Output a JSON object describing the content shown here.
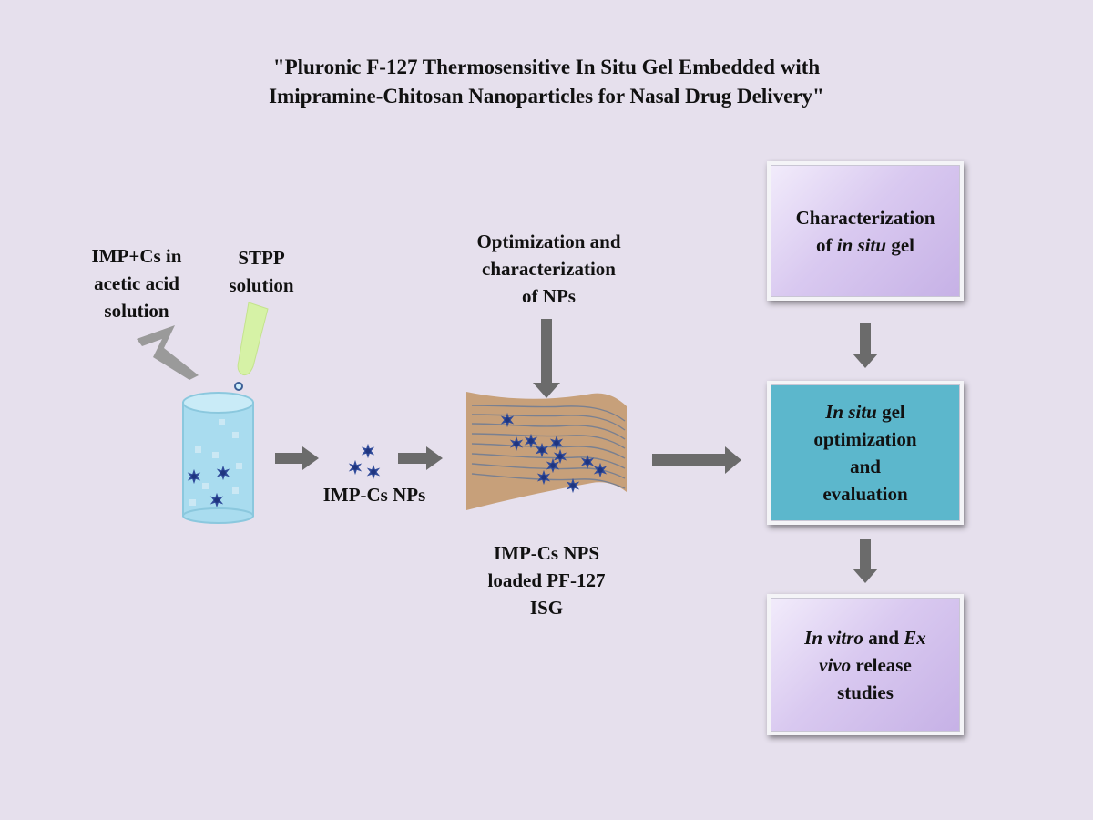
{
  "title": {
    "line1": "\"Pluronic F-127 Thermosensitive In Situ Gel Embedded with",
    "line2": "Imipramine-Chitosan Nanoparticles for Nasal Drug Delivery\""
  },
  "labels": {
    "imp_cs": [
      "IMP+Cs in",
      "acetic acid",
      "solution"
    ],
    "stpp": [
      "STPP",
      "solution"
    ],
    "nps": "IMP-Cs NPs",
    "optimization": [
      "Optimization and",
      "characterization",
      "of NPs"
    ],
    "loaded_gel": [
      "IMP-Cs NPS",
      "loaded PF-127",
      "ISG"
    ]
  },
  "boxes": {
    "characterization": {
      "a": "Characterization",
      "b": "of ",
      "c": "in situ",
      "d": " gel"
    },
    "insitu_opt": {
      "a": "In situ",
      "b": " gel",
      "c": "optimization",
      "d": "and",
      "e": "evaluation"
    },
    "release": {
      "a": "In vitro",
      "b": " and ",
      "c": "Ex",
      "d": "vivo",
      "e": " release",
      "f": "studies"
    }
  },
  "colors": {
    "background": "#e6e0ed",
    "arrow": "#6b6b6b",
    "box_purple": "#d9c9f0",
    "box_teal": "#5cb7cc",
    "gel": "#c7a07a",
    "particle": "#2f4a9a",
    "beaker": "#a9dcef",
    "pipette": "#d6f2a6"
  },
  "icons": [
    "lightning-icon",
    "pipette-icon",
    "beaker-icon",
    "nanoparticle-icon",
    "gel-sheet-icon",
    "arrow-icon"
  ]
}
